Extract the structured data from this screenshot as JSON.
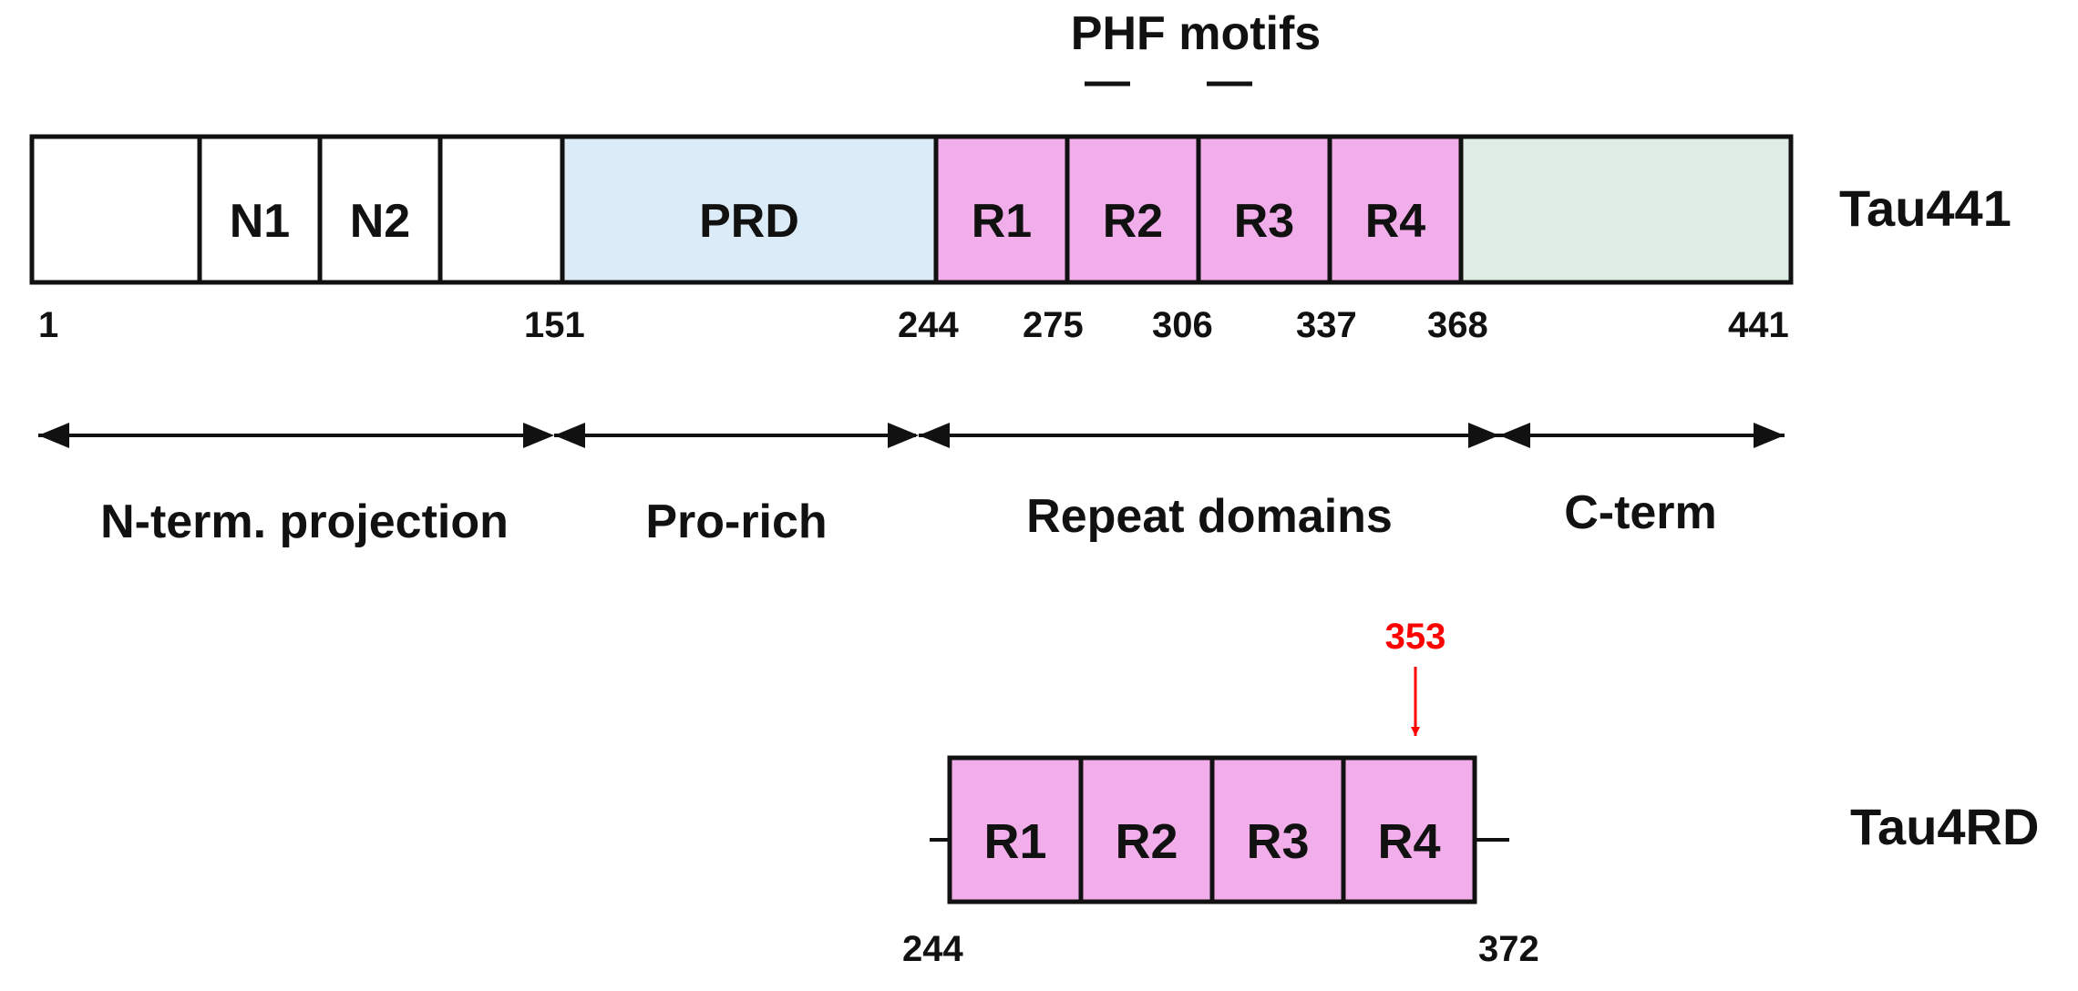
{
  "header": {
    "motifs_label": "PHF motifs"
  },
  "tau441": {
    "name": "Tau441",
    "segments": [
      {
        "label": "",
        "color": "#ffffff"
      },
      {
        "label": "N1",
        "color": "#ffffff"
      },
      {
        "label": "N2",
        "color": "#ffffff"
      },
      {
        "label": "",
        "color": "#ffffff"
      },
      {
        "label": "PRD",
        "color": "#dcebf8"
      },
      {
        "label": "R1",
        "color": "#f2aeea"
      },
      {
        "label": "R2",
        "color": "#f2aeea"
      },
      {
        "label": "R3",
        "color": "#f2aeea"
      },
      {
        "label": "R4",
        "color": "#f2aeea"
      },
      {
        "label": "",
        "color": "#deece3"
      }
    ],
    "positions": [
      "1",
      "151",
      "244",
      "275",
      "306",
      "337",
      "368",
      "441"
    ]
  },
  "regions": [
    {
      "label": "N-term. projection"
    },
    {
      "label": "Pro-rich"
    },
    {
      "label": "Repeat domains"
    },
    {
      "label": "C-term"
    }
  ],
  "tau4rd": {
    "name": "Tau4RD",
    "segments": [
      {
        "label": "R1",
        "color": "#f2aeea"
      },
      {
        "label": "R2",
        "color": "#f2aeea"
      },
      {
        "label": "R3",
        "color": "#f2aeea"
      },
      {
        "label": "R4",
        "color": "#f2aeea"
      }
    ],
    "positions": [
      "244",
      "372"
    ],
    "mark": {
      "label": "353",
      "color": "#ff0000"
    }
  }
}
